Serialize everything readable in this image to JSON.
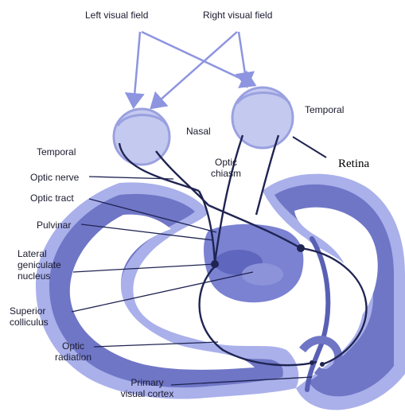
{
  "colors": {
    "cortex_outer": "#a9b0ea",
    "cortex_inner": "#6f76c6",
    "cortex_dark": "#5960b4",
    "eye_fill": "#c4c9ef",
    "eye_stroke": "#9aa1e0",
    "nerve": "#1f2452",
    "arrow": "#8d94e0",
    "thalamus": "#7b82d2"
  },
  "labels": {
    "left_visual_field": "Left visual field",
    "right_visual_field": "Right visual field",
    "temporal_right": "Temporal",
    "nasal": "Nasal",
    "temporal_left": "Temporal",
    "optic_chiasm": "Optic\nchiasm",
    "retina": "Retina",
    "optic_nerve": "Optic nerve",
    "optic_tract": "Optic tract",
    "pulvinar": "Pulvinar",
    "lgn": "Lateral\ngeniculate\nnucleus",
    "superior_colliculus": "Superior\ncolliculus",
    "optic_radiation": "Optic\nradiation",
    "primary_visual_cortex": "Primary\nvisual cortex"
  }
}
